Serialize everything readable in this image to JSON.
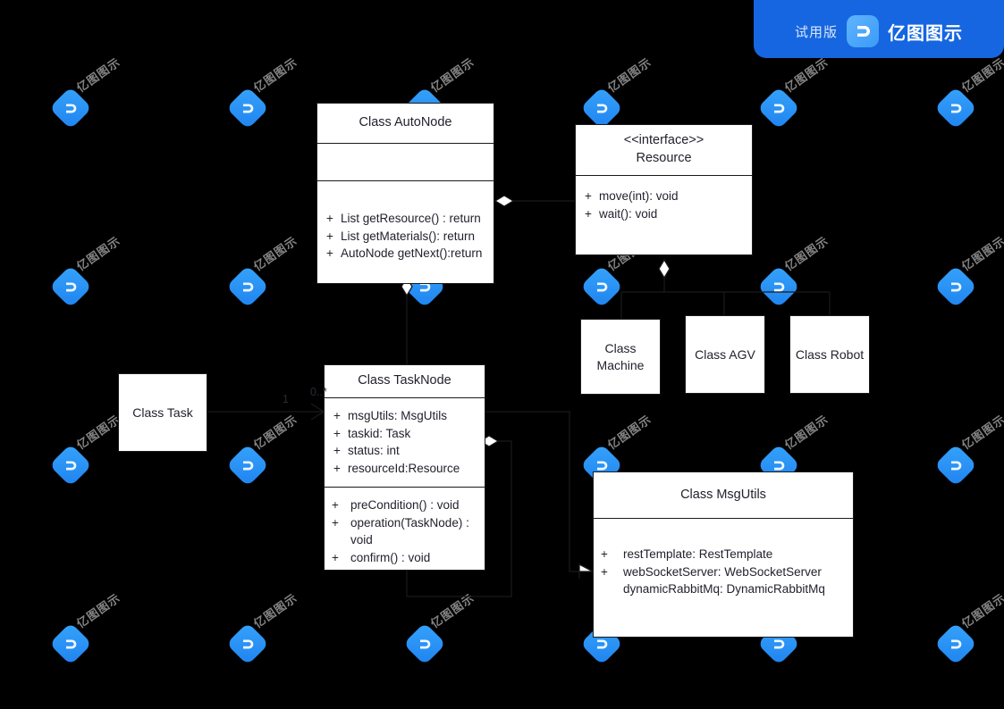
{
  "app": {
    "background_color": "#000000",
    "box_fill": "#ffffff",
    "line_color": "#1a1a1a",
    "text_color": "#22222e"
  },
  "trial_badge": {
    "trial_label": "试用版",
    "product_name": "亿图图示",
    "logo_icon": "edraw-logo-icon",
    "background_color": "#1566e0"
  },
  "watermark": {
    "text": "亿图图示",
    "logo_icon": "edraw-watermark-icon",
    "color": "#9a9a9a",
    "badge_color": "#1f83f0"
  },
  "classes": {
    "auto_node": {
      "title": "Class AutoNode",
      "attributes": [],
      "methods": [
        {
          "visibility": "+",
          "signature": "List getResource() : return"
        },
        {
          "visibility": "+",
          "signature": "List getMaterials(): return"
        },
        {
          "visibility": "+",
          "signature": "AutoNode getNext():return"
        }
      ]
    },
    "resource": {
      "stereotype": "<<interface>>",
      "title": "Resource",
      "methods": [
        {
          "visibility": "+",
          "signature": "move(int): void"
        },
        {
          "visibility": "+",
          "signature": "wait(): void"
        }
      ]
    },
    "machine": {
      "title_line1": "Class",
      "title_line2": "Machine"
    },
    "agv": {
      "title_line1": "Class AGV",
      "title_line2": ""
    },
    "robot": {
      "title_line1": "Class Robot",
      "title_line2": ""
    },
    "task": {
      "title_line1": "Class Task",
      "title_line2": ""
    },
    "task_node": {
      "title": "Class TaskNode",
      "attributes": [
        {
          "visibility": "+",
          "signature": "msgUtils: MsgUtils"
        },
        {
          "visibility": "+",
          "signature": "taskid: Task"
        },
        {
          "visibility": "+",
          "signature": "status: int"
        },
        {
          "visibility": "+",
          "signature": "resourceId:Resource"
        }
      ],
      "methods": [
        {
          "visibility": "+",
          "signature": "preCondition() : void"
        },
        {
          "visibility": "+",
          "signature": "operation(TaskNode) : void"
        },
        {
          "visibility": "+",
          "signature": "confirm() : void"
        }
      ]
    },
    "msg_utils": {
      "title": "Class MsgUtils",
      "attributes": [
        {
          "visibility": "+",
          "signature": "restTemplate: RestTemplate"
        },
        {
          "visibility": "+",
          "signature": "webSocketServer: WebSocketServer"
        },
        {
          "visibility": "",
          "signature": "dynamicRabbitMq: DynamicRabbitMq"
        }
      ]
    }
  },
  "relations": {
    "task_to_tasknode": {
      "source_multiplicity": "1",
      "target_multiplicity": "0..*",
      "arrow": "open-arrow"
    },
    "autonode_to_resource": {
      "arrow": "aggregation-diamond"
    },
    "autonode_to_tasknode": {
      "arrow": "aggregation-diamond"
    },
    "resource_to_subclasses": {
      "arrow": "aggregation-diamond-bus"
    },
    "tasknode_self_loop": {
      "arrow": "aggregation-diamond"
    },
    "tasknode_to_msgutils": {
      "arrow": "hollow-triangle"
    }
  }
}
